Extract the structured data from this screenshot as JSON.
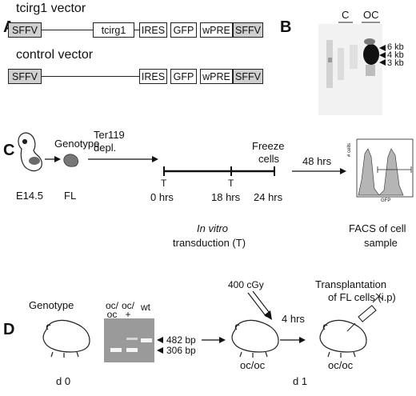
{
  "panels": {
    "a": "A",
    "b": "B",
    "c": "C",
    "d": "D"
  },
  "panel_a": {
    "vector1_title": "tcirg1 vector",
    "vector2_title": "control vector",
    "v1": {
      "sffv_left": "SFFV",
      "gene": "tcirg1",
      "ires": "IRES",
      "gfp": "GFP",
      "wpre": "wPRE",
      "sffv_right": "SFFV"
    },
    "v2": {
      "sffv_left": "SFFV",
      "ires": "IRES",
      "gfp": "GFP",
      "wpre": "wPRE",
      "sffv_right": "SFFV"
    }
  },
  "panel_b": {
    "lane_c": "C",
    "lane_oc": "OC",
    "markers": [
      "6 kb",
      "4 kb",
      "3 kb"
    ]
  },
  "panel_c": {
    "e145": "E14.5",
    "genotype": "Genotype",
    "fl": "FL",
    "ter119_line1": "Ter119",
    "ter119_line2": "depl.",
    "t1": "T",
    "t2": "T",
    "hrs0": "0 hrs",
    "hrs18": "18 hrs",
    "hrs24": "24 hrs",
    "freeze_line1": "Freeze",
    "freeze_line2": "cells",
    "hrs48": "48 hrs",
    "invitro_italic": "In vitro",
    "transduction": "transduction (T)",
    "facs_line1": "FACS of cell",
    "facs_line2": "sample",
    "facs_ylabel": "# cells",
    "facs_xlabel": "GFP"
  },
  "panel_d": {
    "genotype": "Genotype",
    "gel_col1_top": "oc/",
    "gel_col1_bottom": "oc",
    "gel_col2_top": "oc/",
    "gel_col2_bottom": "+",
    "gel_col3": "wt",
    "band482": "482 bp",
    "band306": "306 bp",
    "dose": "400 cGy",
    "hrs4": "4 hrs",
    "transplant_line1": "Transplantation",
    "transplant_line2": "of FL cells (i.p)",
    "ococ1": "oc/oc",
    "ococ2": "oc/oc",
    "d0": "d 0",
    "d1": "d 1"
  },
  "colors": {
    "promoter_box": "#cfcfcf",
    "gfp_fill": "#b5b5b5",
    "blot_bg": "#f2f2f2",
    "gel_bg": "#9a9a9a"
  }
}
